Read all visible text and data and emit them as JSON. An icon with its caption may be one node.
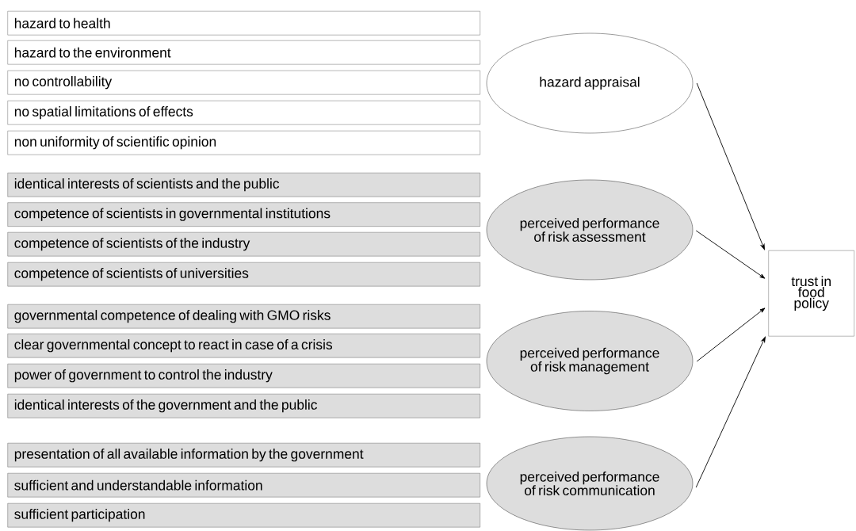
{
  "diagram": {
    "nodes": [
      {
        "text": [
          "hazard to health"
        ]
      },
      {
        "text": [
          "hazard to the environment"
        ]
      },
      {
        "text": [
          "no controllability"
        ]
      },
      {
        "text": [
          "no spatial limitations of effects"
        ]
      },
      {
        "text": [
          "non uniformity of scientific opinion"
        ]
      },
      {
        "text": [
          "identical interests of scientists and the public"
        ]
      },
      {
        "text": [
          "competence of scientists in governmental institutions"
        ]
      },
      {
        "text": [
          "competence of scientists of the industry"
        ]
      },
      {
        "text": [
          "competence of scientists of universities"
        ]
      },
      {
        "text": [
          "governmental competence of dealing with GMO risks"
        ]
      },
      {
        "text": [
          "clear governmental concept to react in case of a crisis"
        ]
      },
      {
        "text": [
          "power of government to control the industry"
        ]
      },
      {
        "text": [
          "identical interests of the government and the public"
        ]
      },
      {
        "text": [
          "presentation of all available information by the government"
        ]
      },
      {
        "text": [
          "sufficient and understandable information"
        ]
      },
      {
        "text": [
          "sufficient participation"
        ]
      },
      {
        "text": [
          "hazard appraisal"
        ]
      },
      {
        "text": [
          "perceived performance of risk assessment"
        ]
      },
      {
        "text": [
          "perceived performance of risk management"
        ]
      },
      {
        "text": [
          "perceived performance of risk communication"
        ]
      },
      {
        "text": [
          "trust in food policy"
        ]
      }
    ],
    "edges": [
      {
        "from": 16,
        "to": 20,
        "arrow": "to"
      },
      {
        "from": 17,
        "to": 20,
        "arrow": "to"
      },
      {
        "from": 18,
        "to": 20,
        "arrow": "to"
      },
      {
        "from": 19,
        "to": 20,
        "arrow": "to"
      }
    ]
  }
}
